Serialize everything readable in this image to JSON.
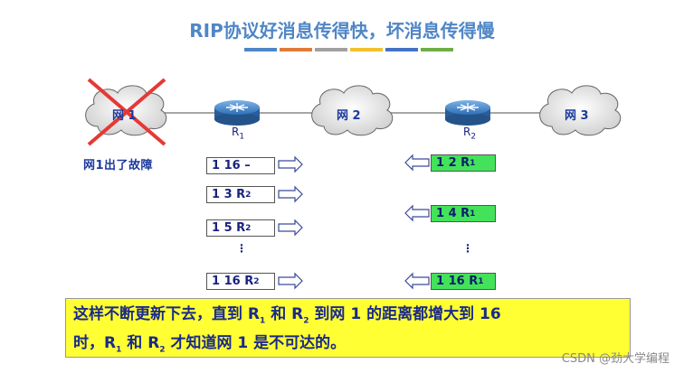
{
  "title": "RIP协议好消息传得快，坏消息传得慢",
  "title_bar_colors": [
    "#4f86c6",
    "#e07b39",
    "#a0a0a0",
    "#f2c12e",
    "#4472c4",
    "#70ad47"
  ],
  "nodes": {
    "net1": "网 1",
    "net2": "网 2",
    "net3": "网 3",
    "router1": {
      "main": "R",
      "sub": "1"
    },
    "router2": {
      "main": "R",
      "sub": "2"
    }
  },
  "fault_label": "网1出了故障",
  "left_tables": [
    {
      "text": "1 16 –",
      "sub": ""
    },
    {
      "text": "1 3 R",
      "sub": "2"
    },
    {
      "text": "1 5 R",
      "sub": "2"
    },
    {
      "text": "1 16 R",
      "sub": "2"
    }
  ],
  "right_tables": [
    {
      "text": "1 2 R",
      "sub": "1"
    },
    {
      "text": "1 4 R",
      "sub": "1"
    },
    {
      "text": "1 16 R",
      "sub": "1"
    }
  ],
  "ellipsis": "⋮",
  "note": {
    "line1_a": "这样不断更新下去，直到 R",
    "line1_sub1": "1",
    "line1_b": " 和 R",
    "line1_sub2": "2",
    "line1_c": " 到网 1 的距离都增大到 16",
    "line2_a": "时，R",
    "line2_sub1": "1",
    "line2_b": " 和 R",
    "line2_sub2": "2",
    "line2_c": " 才知道网 1 是不可达的。"
  },
  "watermark": "CSDN @劲大学编程",
  "colors": {
    "table_green": "#44e25a",
    "note_yellow": "#ffff33",
    "cross_red": "#e53935",
    "router_blue": "#2e6fb7"
  }
}
